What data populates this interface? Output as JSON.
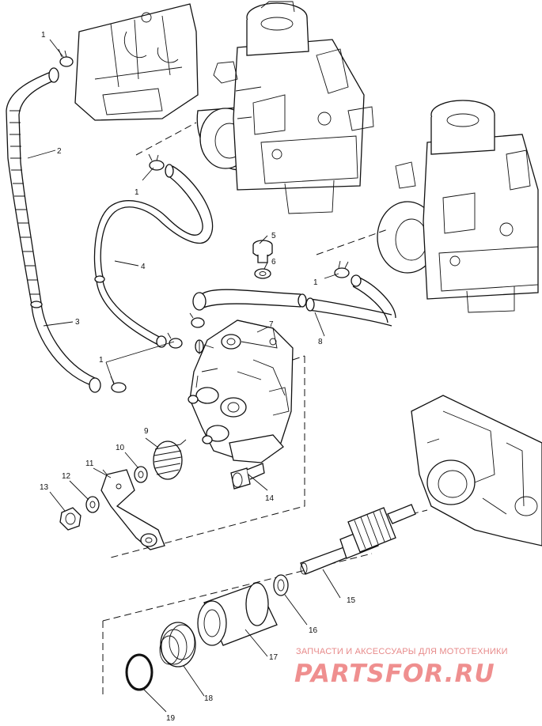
{
  "callouts": [
    {
      "id": "c1a",
      "text": "1"
    },
    {
      "id": "c2",
      "text": "2"
    },
    {
      "id": "c1b",
      "text": "1"
    },
    {
      "id": "c4",
      "text": "4"
    },
    {
      "id": "c5",
      "text": "5"
    },
    {
      "id": "c6",
      "text": "6"
    },
    {
      "id": "c1c",
      "text": "1"
    },
    {
      "id": "c3",
      "text": "3"
    },
    {
      "id": "c7",
      "text": "7"
    },
    {
      "id": "c8",
      "text": "8"
    },
    {
      "id": "c1d",
      "text": "1"
    },
    {
      "id": "c9",
      "text": "9"
    },
    {
      "id": "c10",
      "text": "10"
    },
    {
      "id": "c11",
      "text": "11"
    },
    {
      "id": "c12",
      "text": "12"
    },
    {
      "id": "c13",
      "text": "13"
    },
    {
      "id": "c14",
      "text": "14"
    },
    {
      "id": "c15",
      "text": "15"
    },
    {
      "id": "c16",
      "text": "16"
    },
    {
      "id": "c17",
      "text": "17"
    },
    {
      "id": "c18",
      "text": "18"
    },
    {
      "id": "c19",
      "text": "19"
    }
  ],
  "watermark": {
    "caption": "ЗАПЧАСТИ И АКСЕССУАРЫ ДЛЯ МОТОТЕХНИКИ",
    "logo": "PARTSFOR.RU",
    "color": "#ef8f8f"
  }
}
